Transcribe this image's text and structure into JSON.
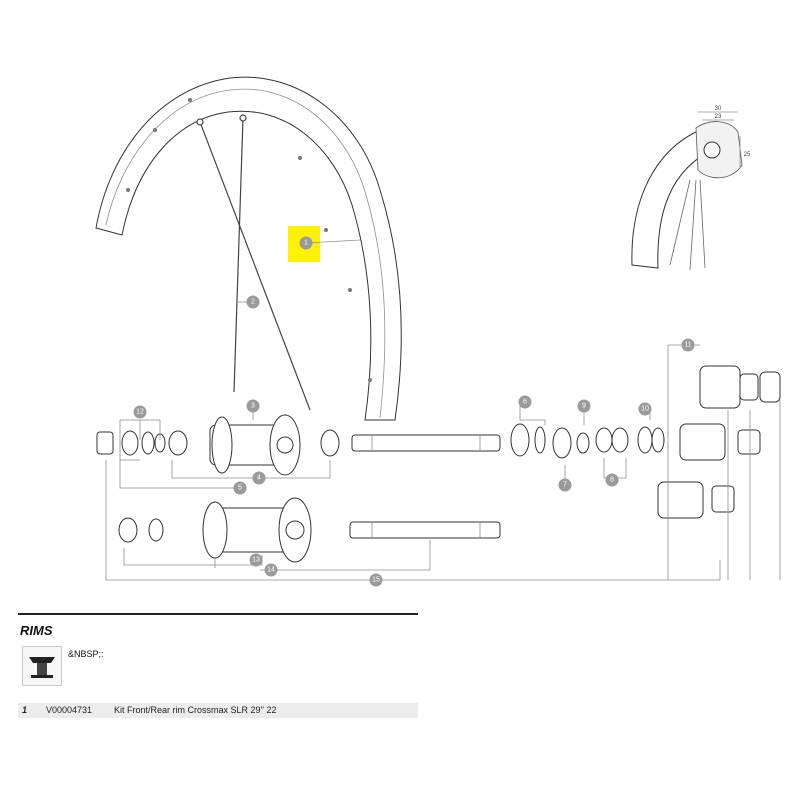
{
  "diagram": {
    "callouts": [
      "1",
      "2",
      "3",
      "4",
      "5",
      "6",
      "7",
      "8",
      "9",
      "10",
      "11",
      "12",
      "13",
      "14",
      "15"
    ],
    "highlighted_callout": "1",
    "highlight_color": "#fff200",
    "callout_color": "#9a9a9a",
    "dimension_labels": [
      "30",
      "23",
      "25"
    ]
  },
  "section": {
    "title": "RIMS",
    "icon": "tubeless-rim-icon",
    "icon_caption": "&NBSP;:"
  },
  "parts": [
    {
      "number": "1",
      "reference": "V00004731",
      "description": "Kit Front/Rear rim Crossmax SLR 29'' 22"
    }
  ]
}
